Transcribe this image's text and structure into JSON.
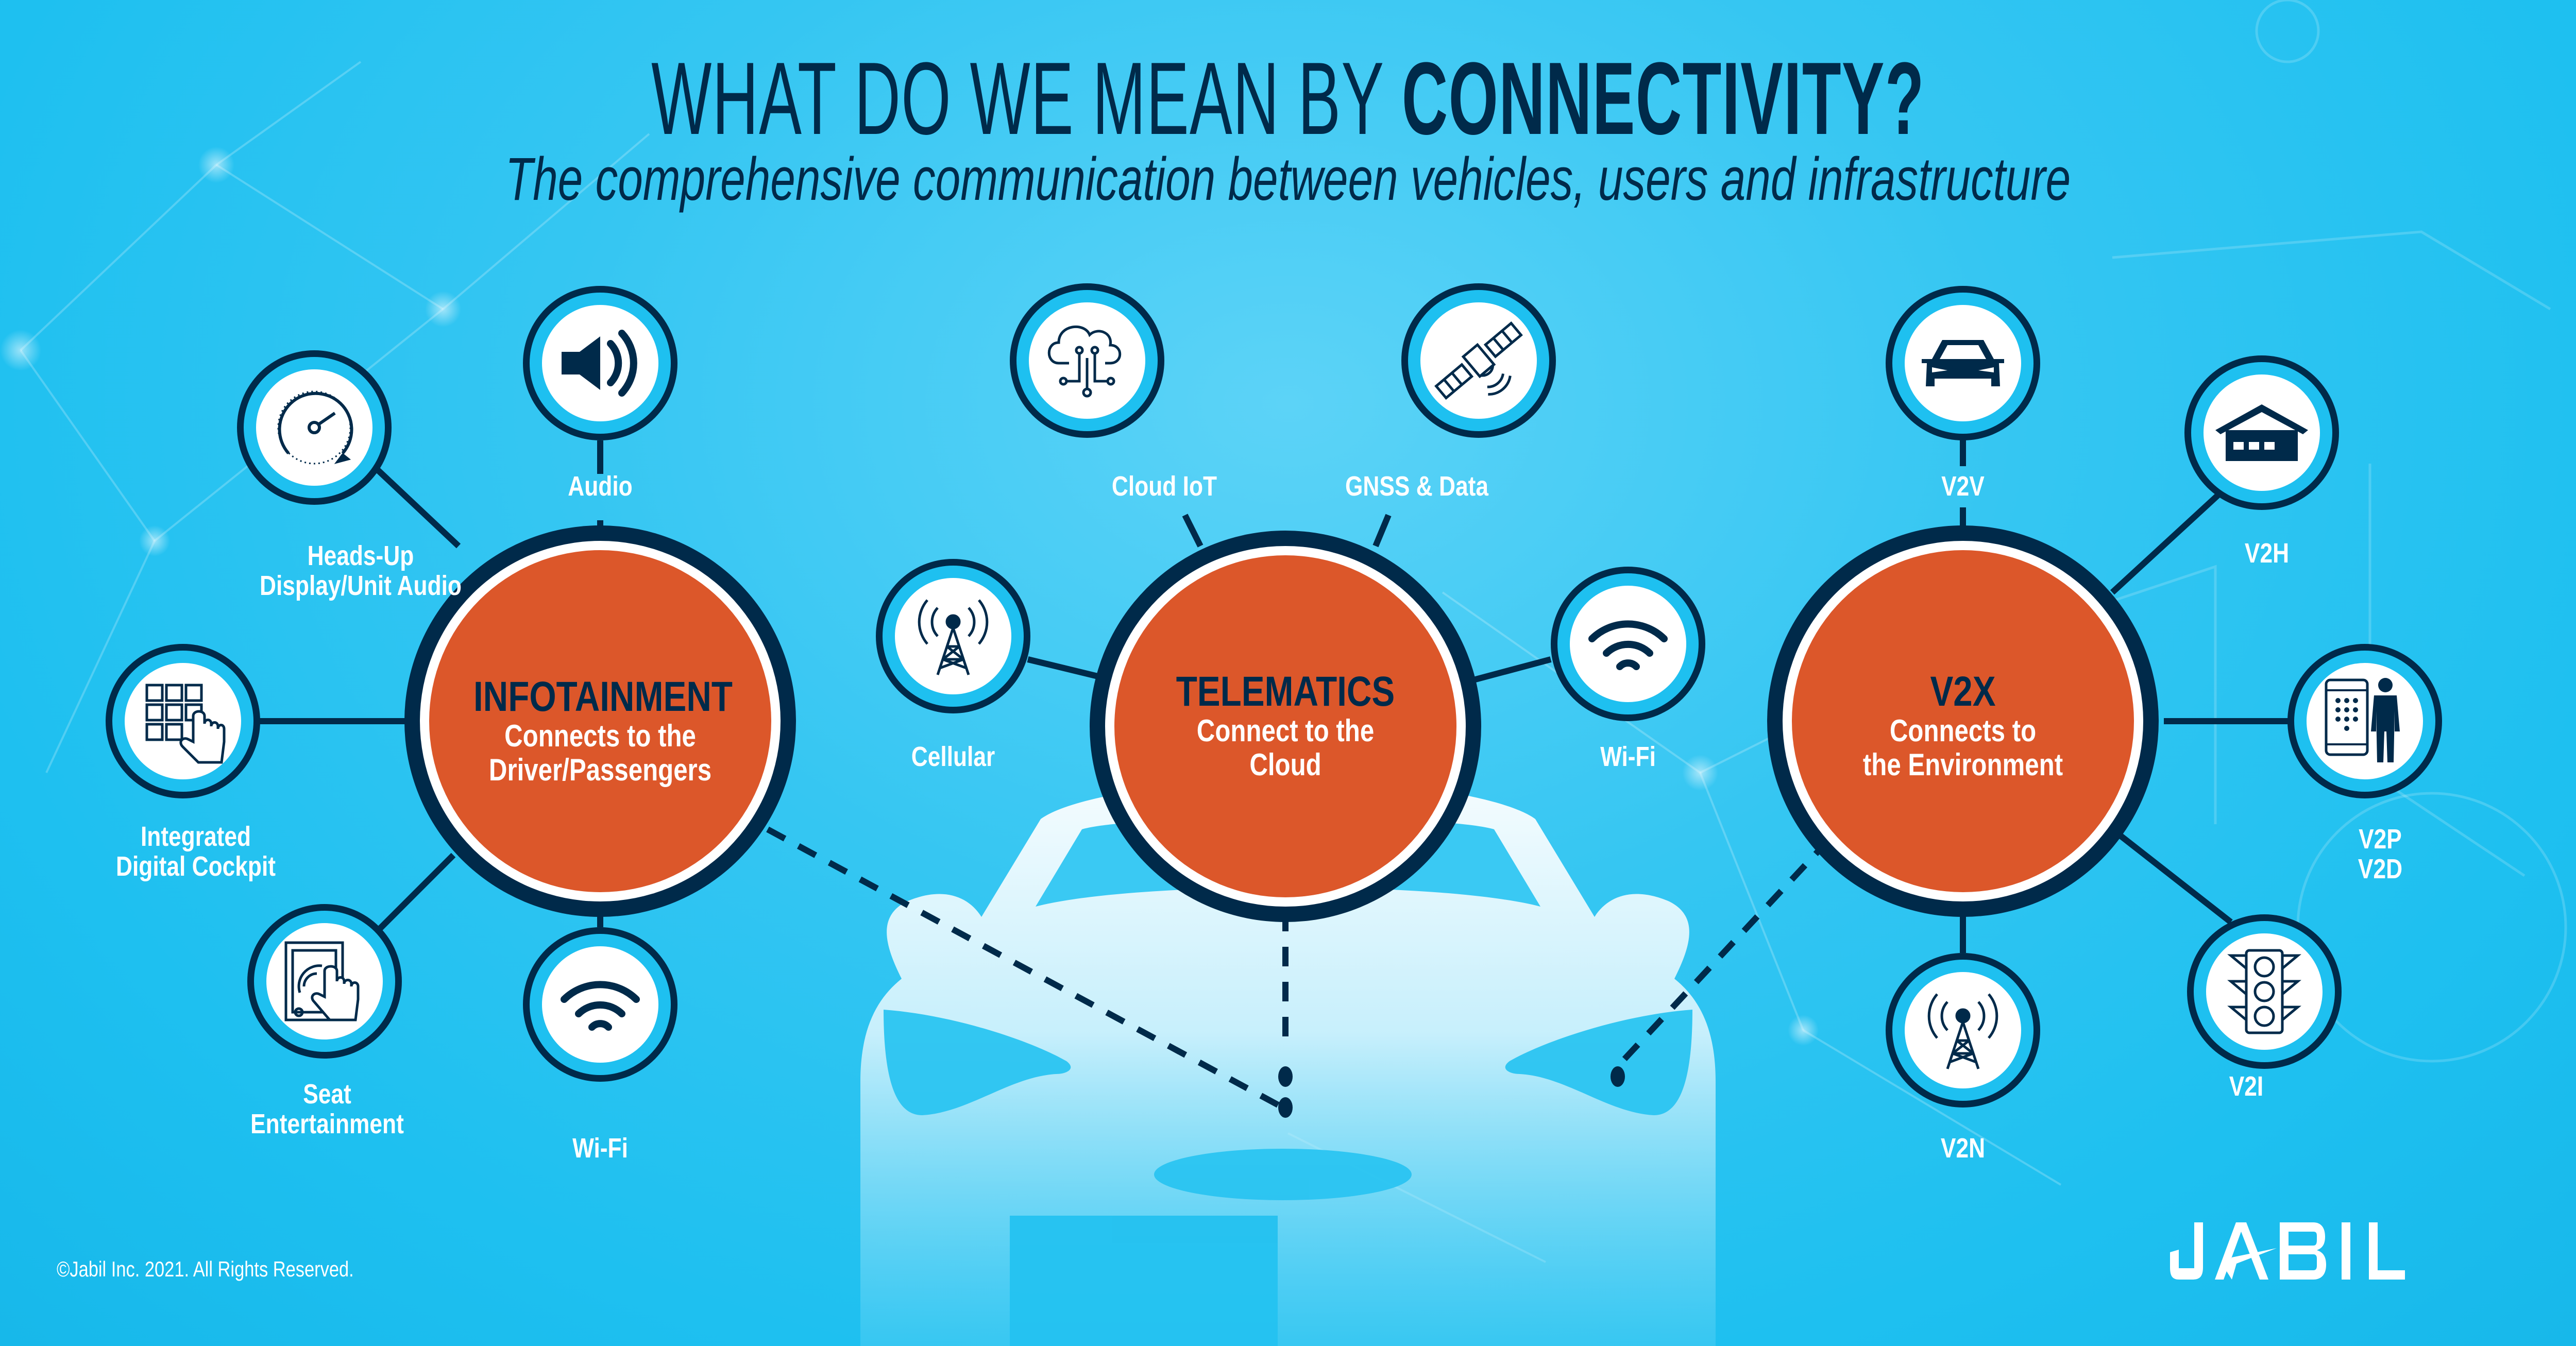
{
  "header": {
    "title_light": "WHAT DO WE MEAN BY ",
    "title_bold": "CONNECTIVITY?",
    "subtitle": "The comprehensive communication between vehicles, users and infrastructure"
  },
  "colors": {
    "background": "#1ec0f0",
    "navy": "#002a4a",
    "cyan_band": "#1ec0f0",
    "hub_orange": "#dc572a",
    "white": "#ffffff"
  },
  "hubs": [
    {
      "id": "infotainment",
      "title": "INFOTAINMENT",
      "subtitle_line1": "Connects to the",
      "subtitle_line2": "Driver/Passengers",
      "nodes": [
        {
          "icon": "speaker-icon",
          "label_line1": "Audio",
          "label_line2": ""
        },
        {
          "icon": "gauge-icon",
          "label_line1": "Heads-Up",
          "label_line2": "Display/Unit Audio"
        },
        {
          "icon": "keypad-touch-icon",
          "label_line1": "Integrated",
          "label_line2": "Digital Cockpit"
        },
        {
          "icon": "tablet-touch-icon",
          "label_line1": "Seat",
          "label_line2": "Entertainment"
        },
        {
          "icon": "wifi-icon",
          "label_line1": "Wi-Fi",
          "label_line2": ""
        }
      ]
    },
    {
      "id": "telematics",
      "title": "TELEMATICS",
      "subtitle_line1": "Connect to the",
      "subtitle_line2": "Cloud",
      "nodes": [
        {
          "icon": "cell-tower-icon",
          "label_line1": "Cellular",
          "label_line2": ""
        },
        {
          "icon": "cloud-iot-icon",
          "label_line1": "Cloud IoT",
          "label_line2": ""
        },
        {
          "icon": "satellite-icon",
          "label_line1": "GNSS & Data",
          "label_line2": ""
        },
        {
          "icon": "wifi-icon",
          "label_line1": "Wi-Fi",
          "label_line2": ""
        }
      ]
    },
    {
      "id": "v2x",
      "title": "V2X",
      "subtitle_line1": "Connects to",
      "subtitle_line2": "the Environment",
      "nodes": [
        {
          "icon": "car-icon",
          "label_line1": "V2V",
          "label_line2": ""
        },
        {
          "icon": "house-icon",
          "label_line1": "V2H",
          "label_line2": ""
        },
        {
          "icon": "phone-person-icon",
          "label_line1": "V2P",
          "label_line2": "V2D"
        },
        {
          "icon": "traffic-light-icon",
          "label_line1": "V2I",
          "label_line2": ""
        },
        {
          "icon": "cell-tower-icon",
          "label_line1": "V2N",
          "label_line2": ""
        }
      ]
    }
  ],
  "footer": {
    "copyright": "©Jabil Inc. 2021. All Rights Reserved.",
    "logo": "JABIL"
  }
}
